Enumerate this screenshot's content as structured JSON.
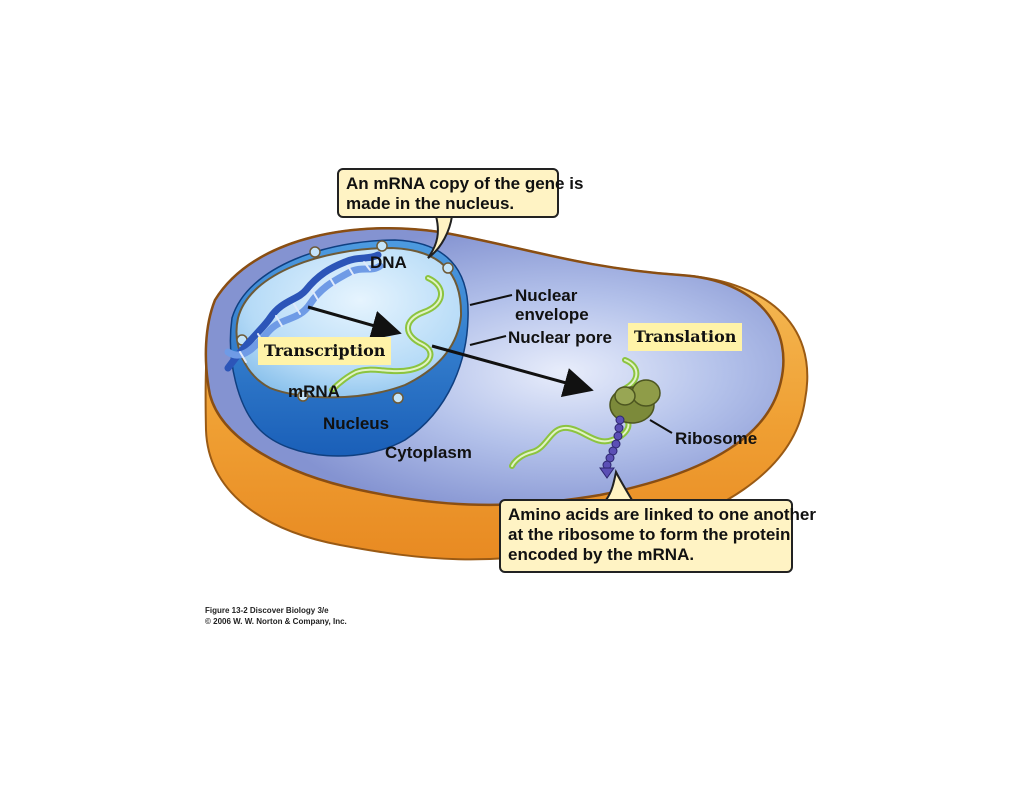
{
  "callouts": {
    "transcription_note": {
      "lines": [
        "An mRNA copy of the gene is",
        "made in the nucleus."
      ]
    },
    "translation_note": {
      "lines": [
        "Amino acids are linked to one another",
        "at the ribosome to form the protein",
        "encoded by the mRNA."
      ]
    }
  },
  "labels": {
    "dna": "DNA",
    "nuclear_envelope": [
      "Nuclear",
      "envelope"
    ],
    "nuclear_pore": "Nuclear pore",
    "mrna": "mRNA",
    "nucleus": "Nucleus",
    "cytoplasm": "Cytoplasm",
    "ribosome": "Ribosome"
  },
  "steps": {
    "transcription": "Transcription",
    "translation": "Translation"
  },
  "credit": {
    "line1": "Figure 13-2  Discover Biology 3/e",
    "line2": "© 2006 W. W. Norton & Company, Inc."
  },
  "colors": {
    "cytoplasm": "#8d9fd6",
    "cell_rim": "#f0a640",
    "nucleus_interior": "#c4e4f9",
    "nucleus_shell": "#2b77cc",
    "dna_helix": "#3a66c8",
    "mrna": "#8cc43f",
    "ribosome": "#7c8a3a",
    "amino_acids": "#5b4fb5",
    "callout_fill": "#fff3c4",
    "step_label_fill": "#fff3a8"
  }
}
